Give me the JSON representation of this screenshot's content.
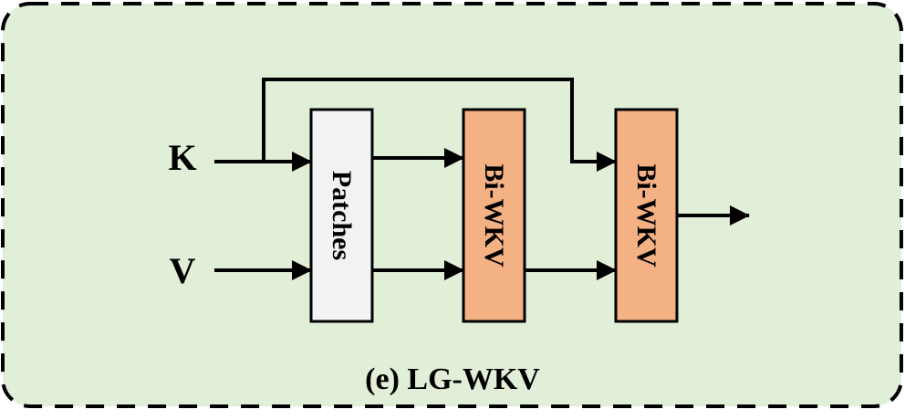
{
  "diagram": {
    "caption": "(e) LG-WKV",
    "inputs": {
      "k_label": "K",
      "v_label": "V"
    },
    "blocks": [
      {
        "id": "patches",
        "label": "Patches"
      },
      {
        "id": "biwkv1",
        "label": "Bi-WKV"
      },
      {
        "id": "biwkv2",
        "label": "Bi-WKV"
      }
    ],
    "colors": {
      "panel_background": "#e1eed8",
      "patches_fill": "#f2f2f2",
      "biwkv_fill": "#f4b183",
      "stroke": "#000000"
    }
  }
}
